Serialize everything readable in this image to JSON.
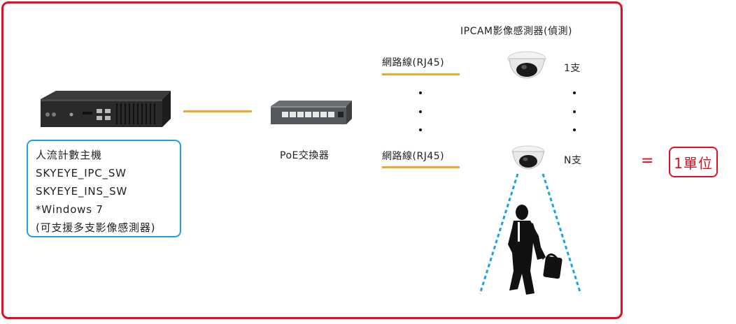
{
  "host": {
    "lines": [
      "人流計數主機",
      "SKYEYE_IPC_SW",
      "SKYEYE_INS_SW",
      "*Windows 7",
      "(可支援多支影像感測器)"
    ]
  },
  "switch_label": "PoE交換器",
  "cable_top_label": "網路線(RJ45)",
  "cable_bottom_label": "網路線(RJ45)",
  "camera_header": "IPCAM影像感測器(偵測)",
  "camera_top_count": "1支",
  "camera_bottom_count": "N支",
  "equals": "=",
  "unit_label": "1單位",
  "colors": {
    "frame": "#e0101e",
    "host_border": "#1aa3e0",
    "cable": "#f0a62f",
    "detection": "#1aa3e0"
  }
}
